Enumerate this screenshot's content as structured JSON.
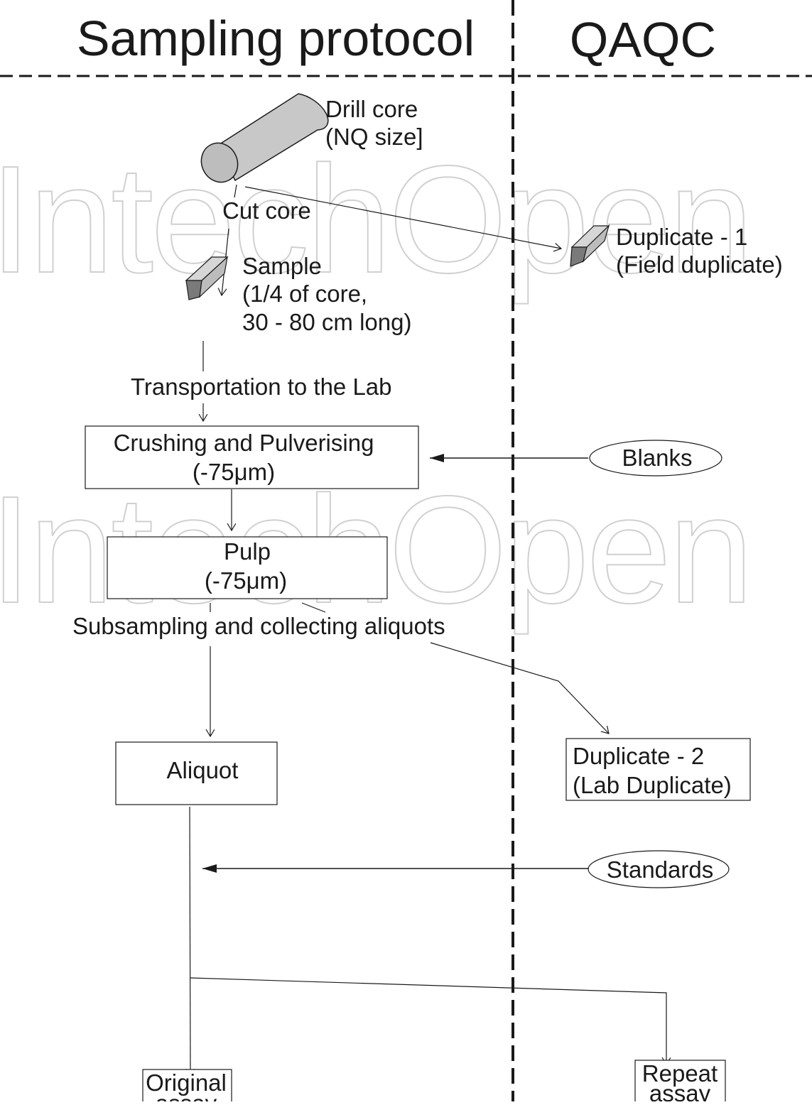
{
  "headers": {
    "left": "Sampling protocol",
    "right": "QAQC"
  },
  "protocol": {
    "drill_core": [
      "Drill core",
      "(NQ size]"
    ],
    "cut_core": "Cut core",
    "sample": [
      "Sample",
      "(1/4 of core,",
      "30 - 80 cm long)"
    ],
    "transport": "Transportation to the Lab",
    "crushing": [
      "Crushing and Pulverising",
      "(-75μm)"
    ],
    "pulp": [
      "Pulp",
      "(-75μm)"
    ],
    "subsampling": "Subsampling and collecting aliquots",
    "aliquot": "Aliquot",
    "original_assay": [
      "Original",
      "assay"
    ]
  },
  "qaqc": {
    "duplicate_1": [
      "Duplicate - 1",
      "(Field duplicate)"
    ],
    "blanks": "Blanks",
    "duplicate_2": [
      "Duplicate - 2",
      "(Lab Duplicate)"
    ],
    "standards": "Standards",
    "repeat_assay": [
      "Repeat",
      "assay"
    ]
  },
  "watermark": "IntechOpen",
  "colors": {
    "ink": "#1a1a1a",
    "core_fill": "#c8c8c8",
    "core_shade": "#7a7a7a",
    "watermark": "#d4d4d4"
  }
}
